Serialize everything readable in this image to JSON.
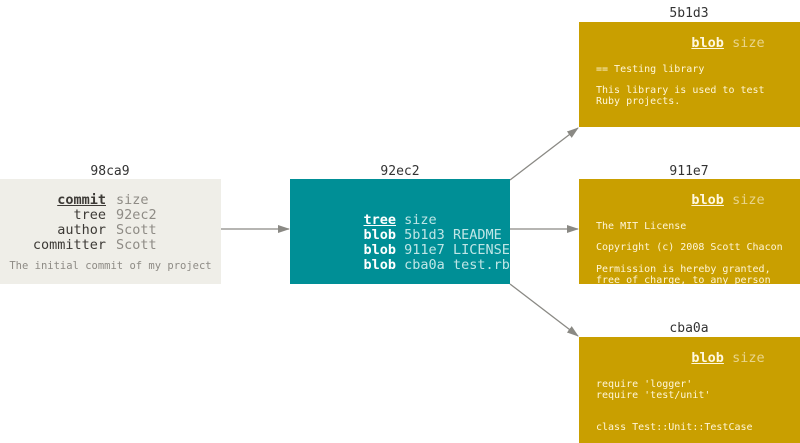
{
  "commit": {
    "hash": "98ca9",
    "rows": [
      {
        "label": "commit",
        "value": "size"
      },
      {
        "label": "tree",
        "value": "92ec2"
      },
      {
        "label": "author",
        "value": "Scott"
      },
      {
        "label": "committer",
        "value": "Scott"
      }
    ],
    "message": "The initial commit of my project"
  },
  "tree": {
    "hash": "92ec2",
    "header": {
      "type": "tree",
      "value": "size"
    },
    "entries": [
      {
        "type": "blob",
        "hash": "5b1d3",
        "name": "README"
      },
      {
        "type": "blob",
        "hash": "911e7",
        "name": "LICENSE"
      },
      {
        "type": "blob",
        "hash": "cba0a",
        "name": "test.rb"
      }
    ]
  },
  "blobs": [
    {
      "hash": "5b1d3",
      "type": "blob",
      "size": "size",
      "lines": [
        "== Testing library",
        "",
        "This library is used to test",
        "Ruby projects."
      ]
    },
    {
      "hash": "911e7",
      "type": "blob",
      "size": "size",
      "lines": [
        "The MIT License",
        "",
        "Copyright (c) 2008 Scott Chacon",
        "",
        "Permission is hereby granted,",
        "free of charge, to any person"
      ]
    },
    {
      "hash": "cba0a",
      "type": "blob",
      "size": "size",
      "lines": [
        "require 'logger'",
        "require 'test/unit'",
        "",
        "",
        "class Test::Unit::TestCase"
      ]
    }
  ],
  "colors": {
    "commit": "#efeee8",
    "tree": "#008f96",
    "blob": "#c99f00",
    "arrow": "#8a8984"
  }
}
